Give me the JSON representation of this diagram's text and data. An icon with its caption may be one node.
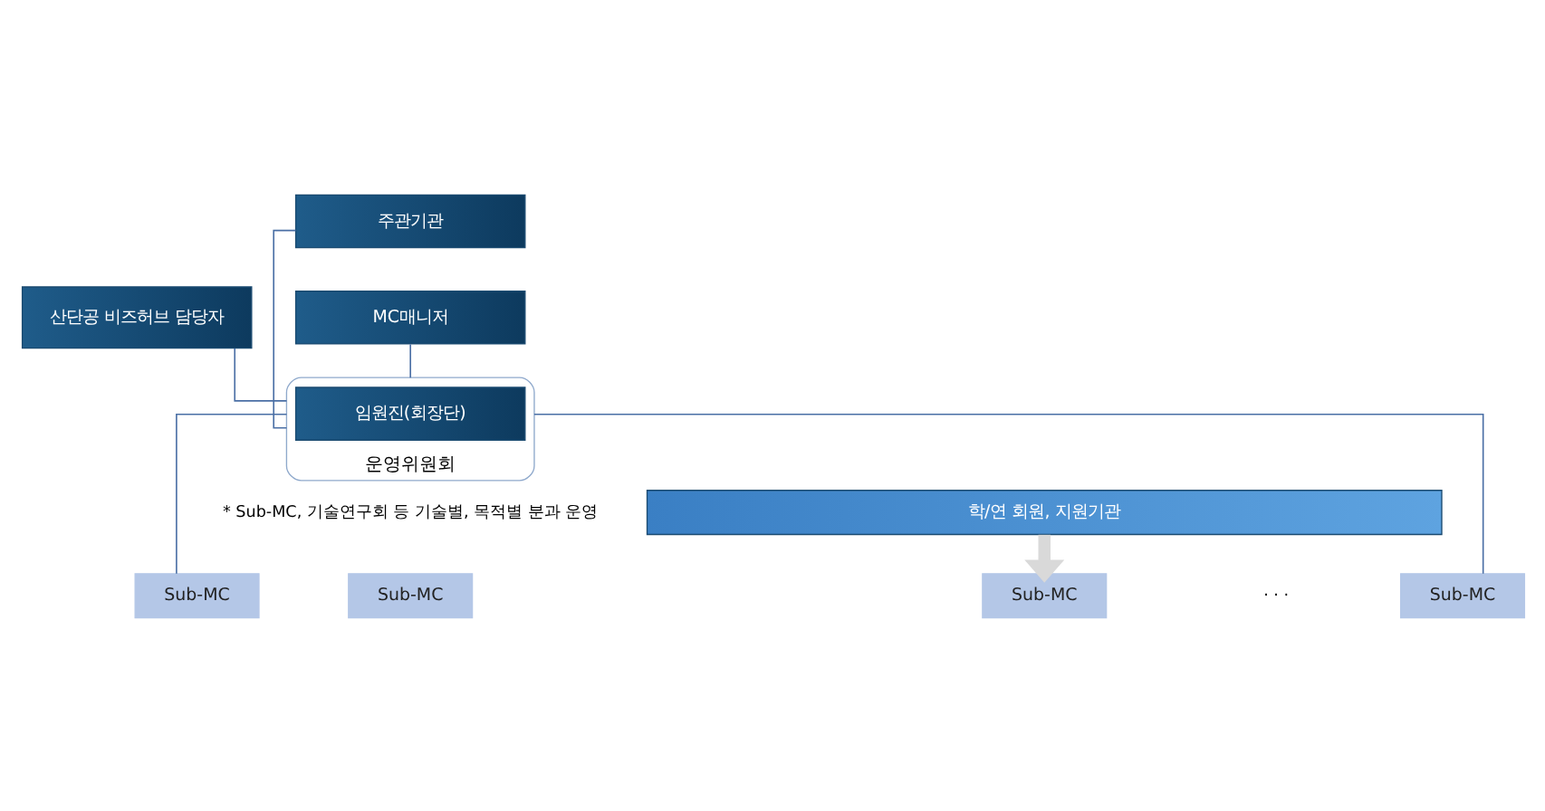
{
  "diagram": {
    "nodes": [
      {
        "text": [
          "주관기관"
        ]
      },
      {
        "text": [
          "산단공 비즈허브 담당자"
        ]
      },
      {
        "text": [
          "MC매니저"
        ]
      },
      {
        "text": [
          "운영위원회"
        ]
      },
      {
        "text": [
          "임원진(회장단)"
        ],
        "in": 3
      },
      {
        "text": [
          "Sub-MC"
        ]
      },
      {
        "text": [
          "Sub-MC"
        ]
      },
      {
        "text": [
          "Sub-MC"
        ]
      },
      {
        "text": [
          "Sub-MC"
        ]
      },
      {
        "text": [
          "학/연 회원, 지원기관"
        ]
      }
    ],
    "edges": [
      {
        "from": 0,
        "to": 3,
        "arrow": "none"
      },
      {
        "from": 1,
        "to": 3,
        "arrow": "none"
      },
      {
        "from": 2,
        "to": 3,
        "arrow": "none"
      },
      {
        "from": 3,
        "to": 5,
        "arrow": "none"
      },
      {
        "from": 3,
        "to": 8,
        "arrow": "none"
      },
      {
        "from": 9,
        "to": 7,
        "arrow": "to",
        "style": "thick",
        "color": "#d9d9d9"
      }
    ],
    "labels": [
      "* Sub-MC, 기술연구회 등 기술별, 목적별 분과 운영",
      "· · ·"
    ]
  }
}
